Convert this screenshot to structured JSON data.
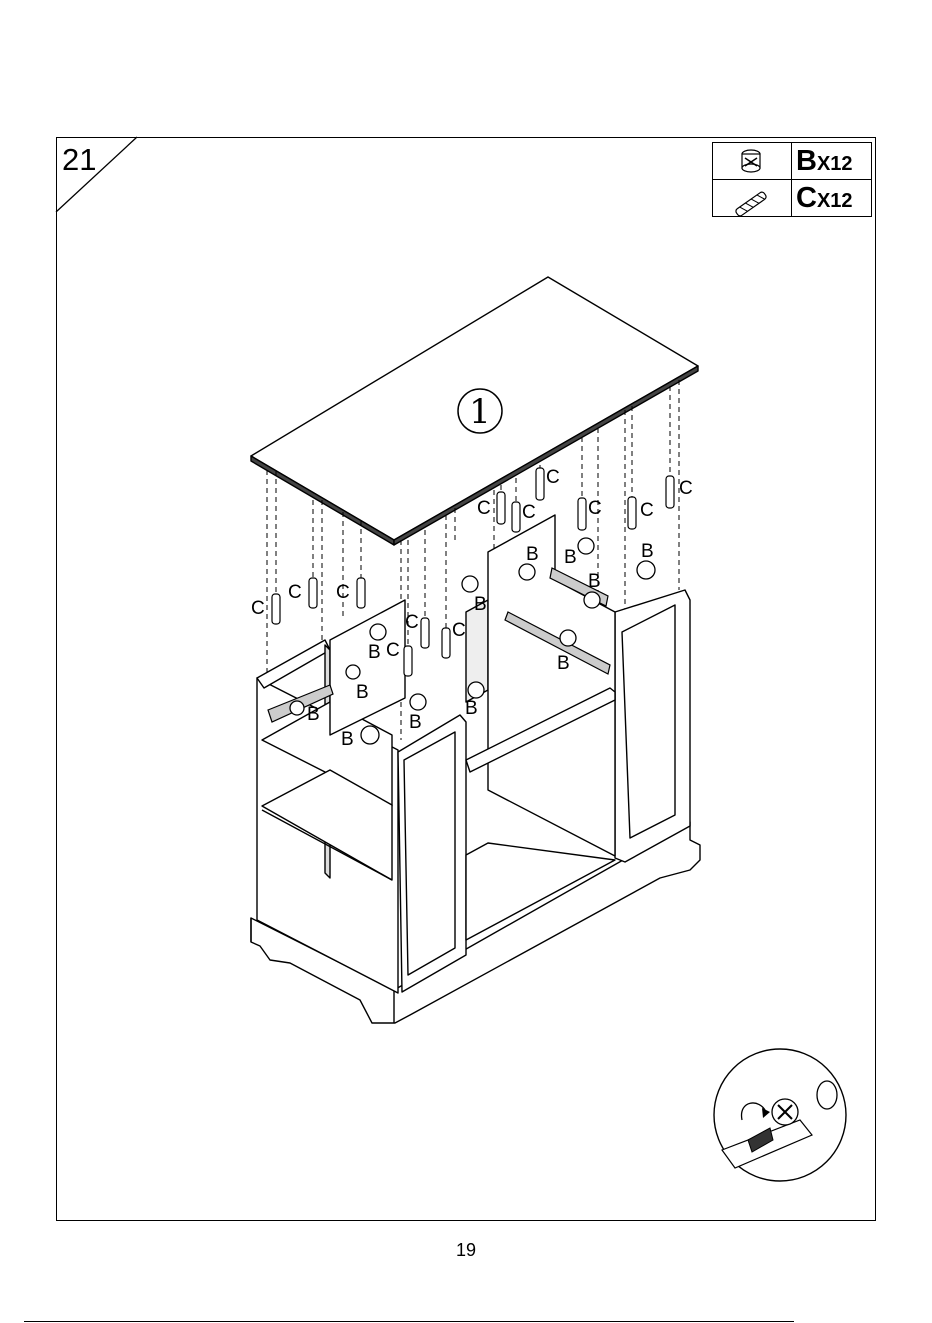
{
  "step": {
    "number": "21"
  },
  "parts": [
    {
      "letter": "B",
      "qty": "X12",
      "icon": "cam-lock-icon"
    },
    {
      "letter": "C",
      "qty": "X12",
      "icon": "wooden-dowel-icon"
    }
  ],
  "panel": {
    "number": "1"
  },
  "labels": {
    "dowel": "C",
    "cam": "B"
  },
  "page": {
    "number": "19"
  }
}
